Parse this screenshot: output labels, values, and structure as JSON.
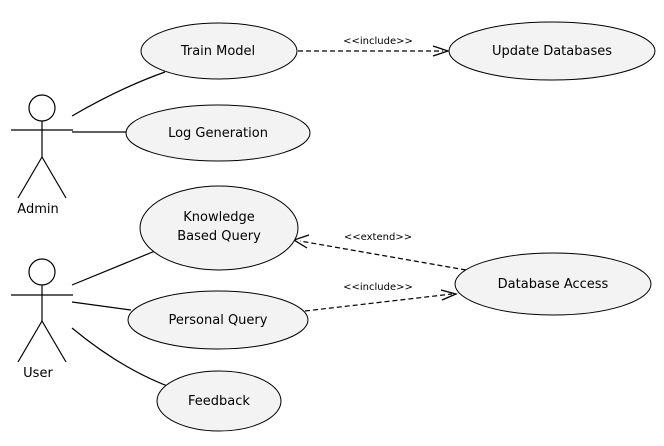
{
  "actors": {
    "admin": "Admin",
    "user": "User"
  },
  "use_cases": {
    "train_model": "Train Model",
    "update_databases": "Update Databases",
    "log_generation": "Log Generation",
    "knowledge_based_query_line1": "Knowledge",
    "knowledge_based_query_line2": "Based Query",
    "personal_query": "Personal Query",
    "database_access": "Database Access",
    "feedback": "Feedback"
  },
  "relations": {
    "train_update_stereotype": "<<include>>",
    "dbaccess_knowledge_stereotype": "<<extend>>",
    "personal_dbaccess_stereotype": "<<include>>"
  }
}
